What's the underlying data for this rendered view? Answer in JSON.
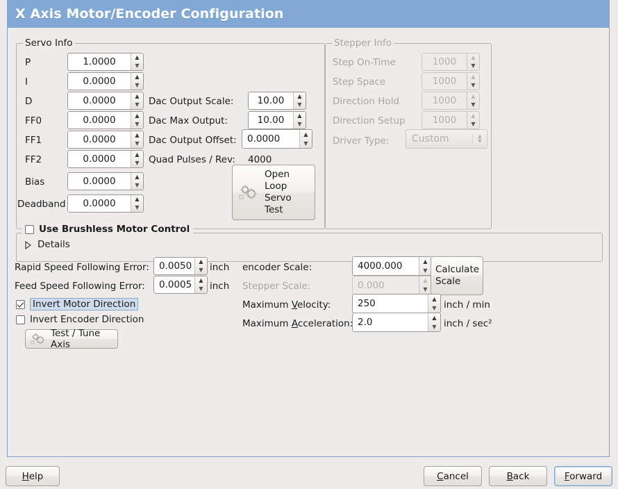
{
  "window": {
    "title": "X Axis Motor/Encoder Configuration",
    "title_bg": "#82a9d6",
    "bg": "#edecea",
    "border": "#7ba2d1"
  },
  "servo_info": {
    "legend": "Servo Info",
    "fields": [
      {
        "label": "P",
        "value": "1.0000"
      },
      {
        "label": "I",
        "value": "0.0000"
      },
      {
        "label": "D",
        "value": "0.0000"
      },
      {
        "label": "FF0",
        "value": "0.0000"
      },
      {
        "label": "FF1",
        "value": "0.0000"
      },
      {
        "label": "FF2",
        "value": "0.0000"
      },
      {
        "label": "Bias",
        "value": "0.0000"
      },
      {
        "label": "Deadband",
        "value": "0.0000"
      }
    ],
    "dac": [
      {
        "label": "Dac Output Scale:",
        "value": "10.00"
      },
      {
        "label": "Dac Max Output:",
        "value": "10.00"
      },
      {
        "label": "Dac Output Offset:",
        "value": "0.0000"
      }
    ],
    "quad_pulses_label": "Quad Pulses / Rev:",
    "quad_pulses_value": "4000",
    "open_loop_button": "Open\nLoop\nServo\nTest",
    "open_loop_lines": [
      "Open",
      "Loop",
      "Servo",
      "Test"
    ]
  },
  "stepper_info": {
    "legend": "Stepper Info",
    "enabled": false,
    "fields": [
      {
        "label": "Step On-Time",
        "value": "1000"
      },
      {
        "label": "Step Space",
        "value": "1000"
      },
      {
        "label": "Direction Hold",
        "value": "1000"
      },
      {
        "label": "Direction Setup",
        "value": "1000"
      }
    ],
    "driver_type_label": "Driver Type:",
    "driver_type_value": "Custom"
  },
  "brushless": {
    "checkbox_label": "Use Brushless Motor Control",
    "checked": false,
    "details_label": "Details",
    "details_expanded": false
  },
  "following_error": {
    "rapid_label": "Rapid Speed Following Error:",
    "rapid_value": "0.0050",
    "rapid_unit": "inch",
    "feed_label": "Feed Speed Following Error:",
    "feed_value": "0.0005",
    "feed_unit": "inch"
  },
  "inverts": {
    "motor_label": "Invert Motor Direction",
    "motor_checked": true,
    "motor_focused": true,
    "encoder_label": "Invert Encoder Direction",
    "encoder_checked": false
  },
  "test_tune_button": "Test / Tune Axis",
  "scales": {
    "encoder_label": "encoder Scale:",
    "encoder_value": "4000.000",
    "stepper_label": "Stepper Scale:",
    "stepper_value": "0.000",
    "stepper_enabled": false,
    "calculate_button_lines": [
      "Calculate",
      "Scale"
    ],
    "max_velocity_label_pre": "Maximum ",
    "max_velocity_label_mn": "V",
    "max_velocity_label_post": "elocity:",
    "max_velocity_value": "250",
    "max_velocity_unit": "inch / min",
    "max_accel_label_pre": "Maximum ",
    "max_accel_label_mn": "A",
    "max_accel_label_post": "cceleration:",
    "max_accel_value": "2.0",
    "max_accel_unit": "inch / sec²"
  },
  "footer": {
    "help_pre": "",
    "help_mn": "H",
    "help_post": "elp",
    "cancel_pre": "",
    "cancel_mn": "C",
    "cancel_post": "ancel",
    "back_pre": "",
    "back_mn": "B",
    "back_post": "ack",
    "forward_pre": "",
    "forward_mn": "F",
    "forward_post": "orward"
  }
}
